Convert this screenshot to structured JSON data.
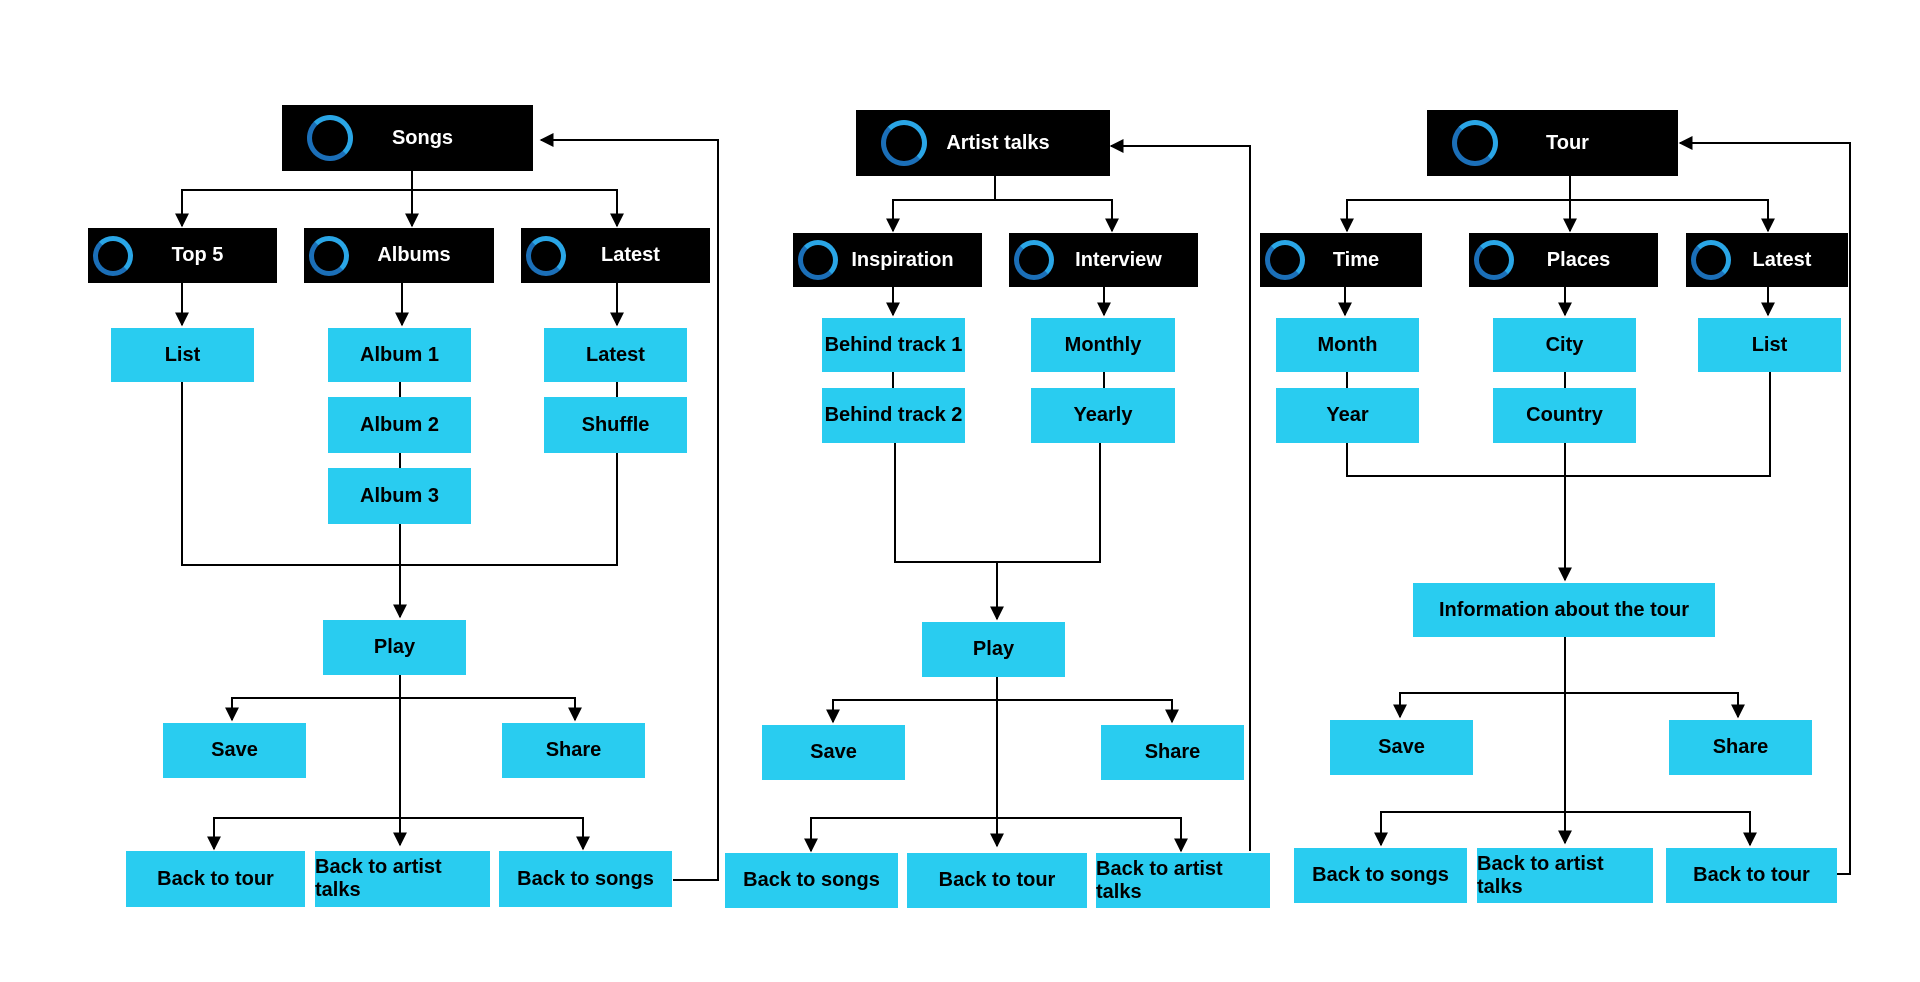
{
  "colors": {
    "header_bg": "#000000",
    "header_text": "#ffffff",
    "box_bg": "#29ccf0",
    "box_text": "#000000",
    "line": "#000000",
    "ring": "#1b6fb8"
  },
  "songs": {
    "title": "Songs",
    "top5": "Top 5",
    "albums": "Albums",
    "latest": "Latest",
    "list": "List",
    "album1": "Album 1",
    "album2": "Album 2",
    "album3": "Album 3",
    "latest_item": "Latest",
    "shuffle": "Shuffle",
    "play": "Play",
    "save": "Save",
    "share": "Share",
    "back_tour": "Back to tour",
    "back_artist": "Back to artist talks",
    "back_songs": "Back to songs"
  },
  "artist": {
    "title": "Artist talks",
    "inspiration": "Inspiration",
    "interview": "Interview",
    "track1": "Behind track 1",
    "track2": "Behind track 2",
    "monthly": "Monthly",
    "yearly": "Yearly",
    "play": "Play",
    "save": "Save",
    "share": "Share",
    "back_songs": "Back to songs",
    "back_tour": "Back to tour",
    "back_artist": "Back to artist talks"
  },
  "tour": {
    "title": "Tour",
    "time": "Time",
    "places": "Places",
    "latest": "Latest",
    "month": "Month",
    "year": "Year",
    "city": "City",
    "country": "Country",
    "list": "List",
    "info": "Information about the tour",
    "save": "Save",
    "share": "Share",
    "back_songs": "Back to songs",
    "back_artist": "Back to artist talks",
    "back_tour": "Back to tour"
  }
}
